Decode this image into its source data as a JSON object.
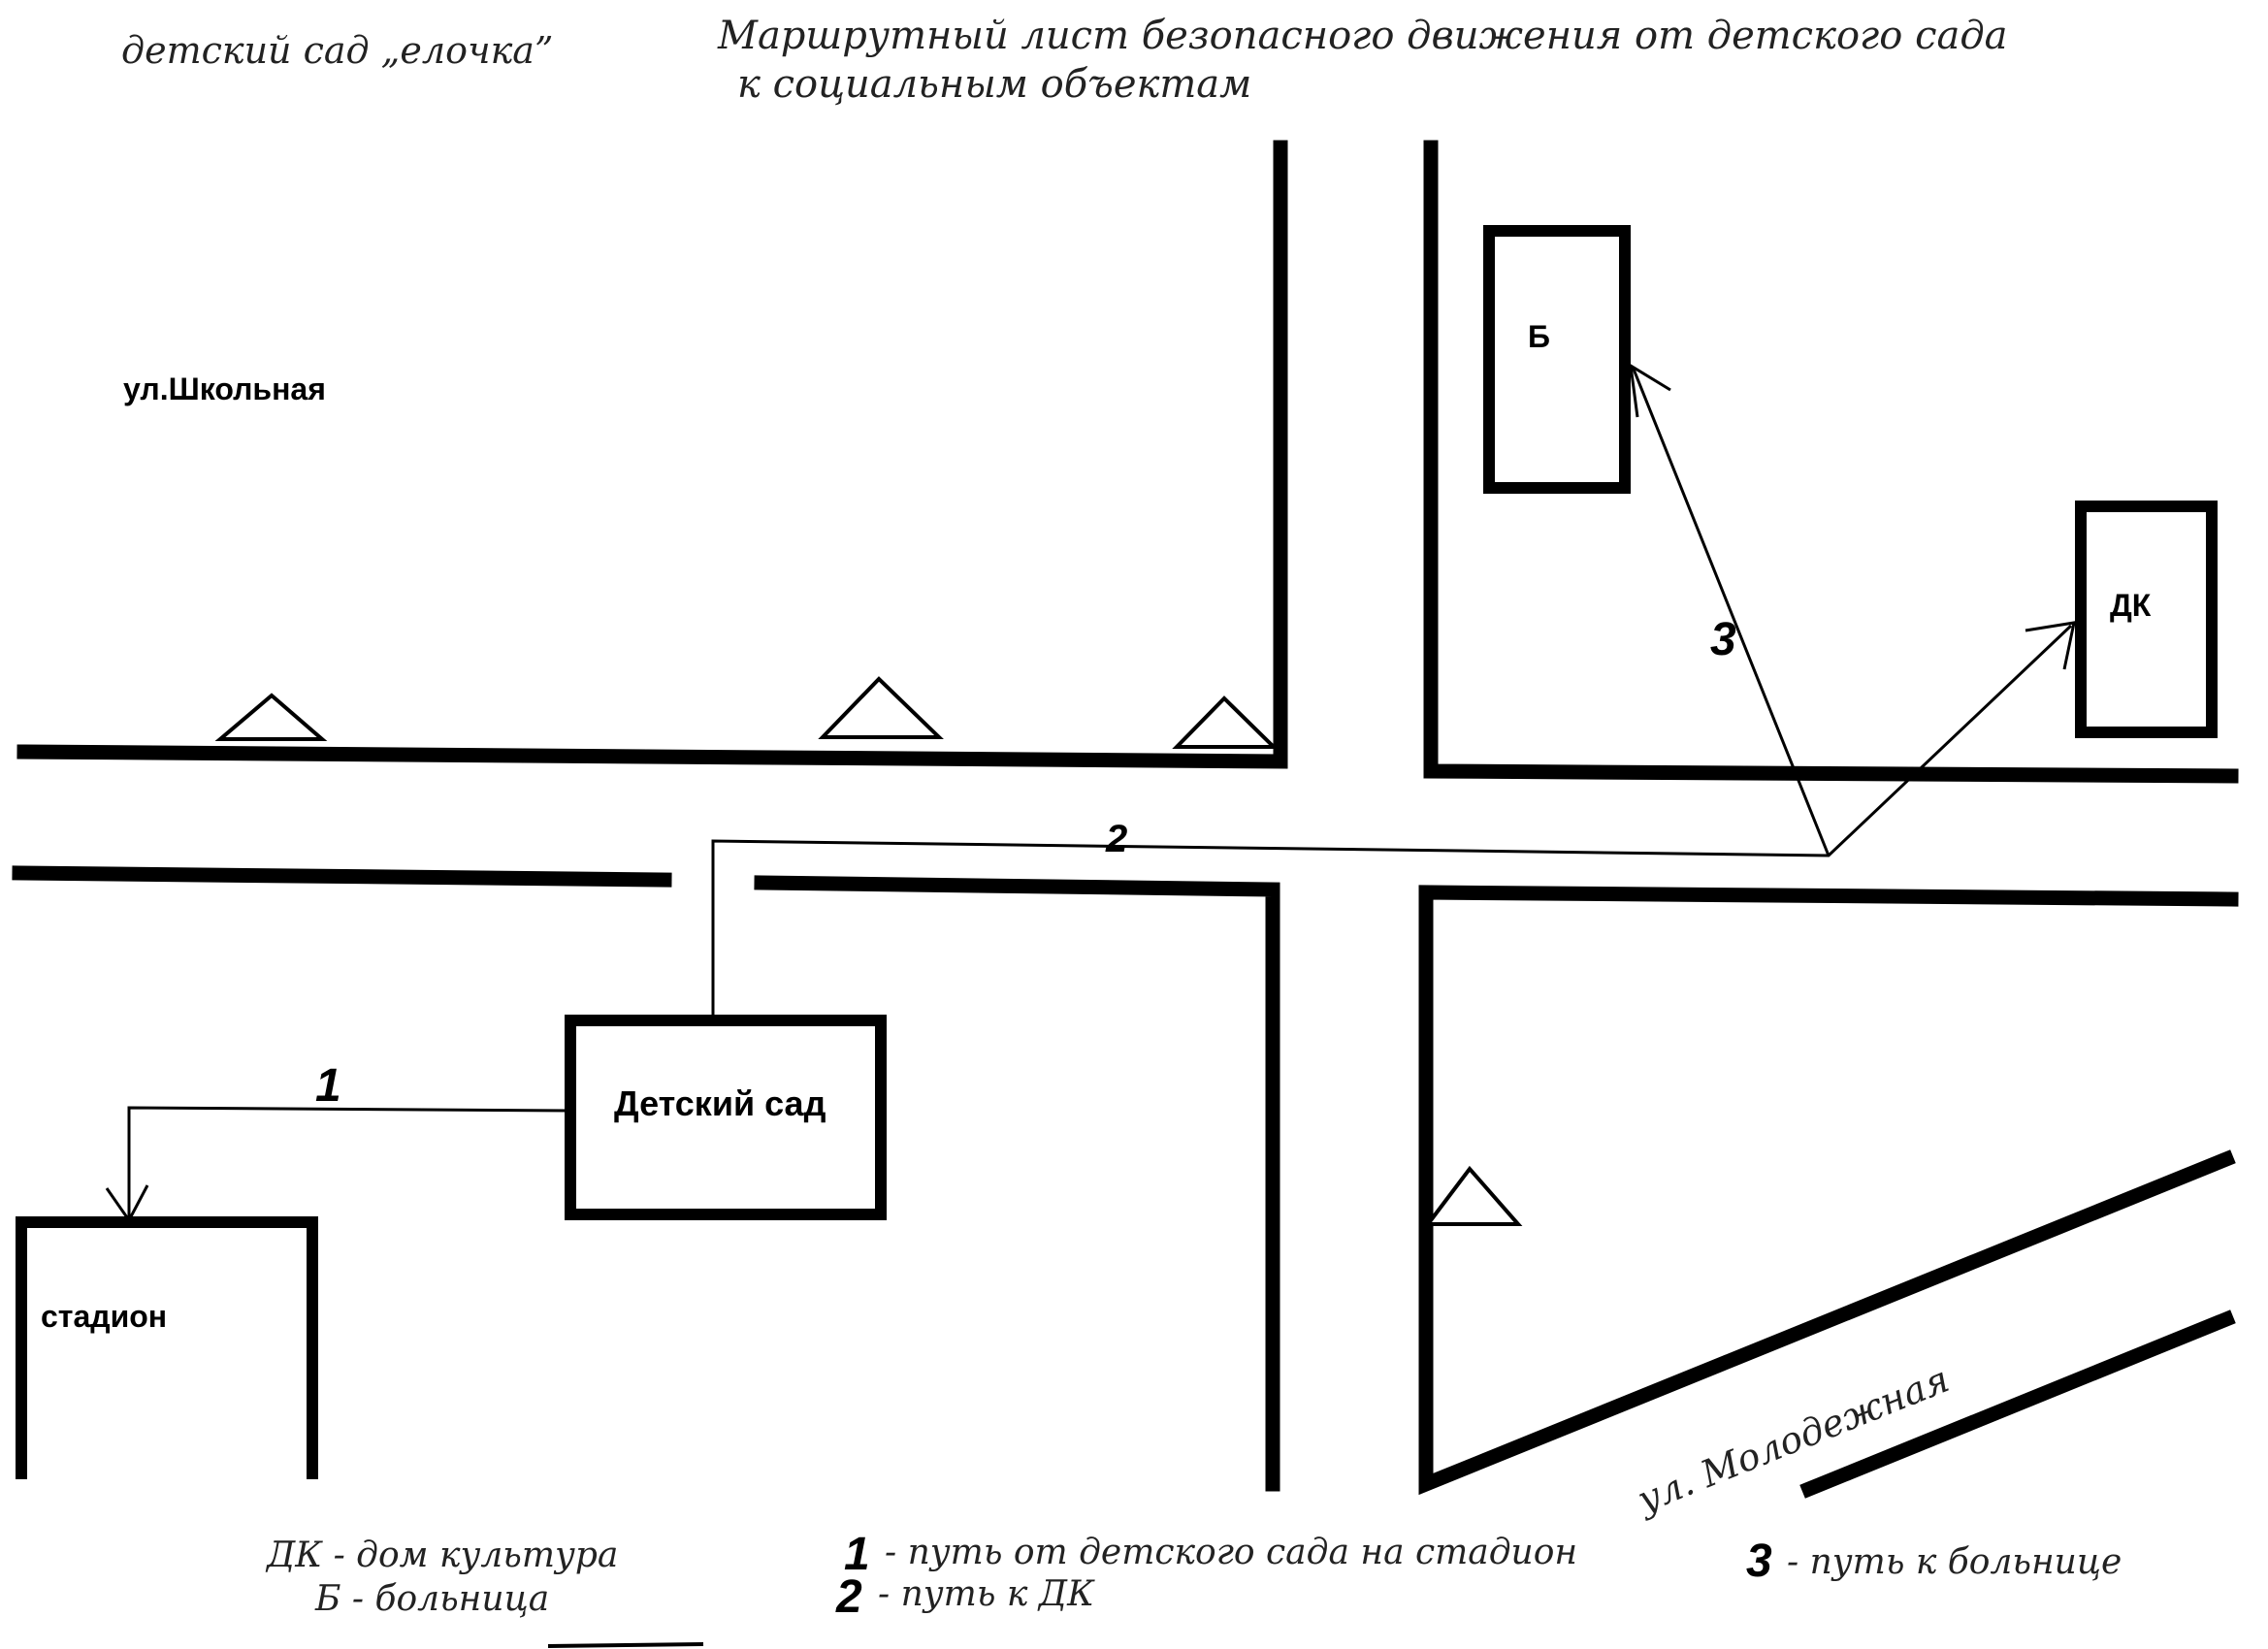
{
  "header": {
    "kindergarten": "детский сад „елочка”",
    "title_line1": "Маршрутный лист безопасного движения  от детского сада",
    "title_line2": "к социальным объектам"
  },
  "streets": {
    "school": "ул.Школьная",
    "youth": "ул. Молодежная"
  },
  "buildings": {
    "hospital": "Б",
    "culture_house": "ДК",
    "kindergarten": "Детский сад",
    "stadium": "стадион"
  },
  "routes": {
    "route1": "1",
    "route2": "2",
    "route3": "3"
  },
  "legend": {
    "dk": "ДК - дом культура",
    "b": "Б - больница",
    "r1_num": "1",
    "r1_text": "- путь  от детского сада на стадион",
    "r2_num": "2",
    "r2_text": "- путь  к ДК",
    "r3_num": "3",
    "r3_text": "- путь  к больнице"
  },
  "colors": {
    "ink": "#000000",
    "pencil": "#222222"
  },
  "icons": [
    "pedestrian-crossing-sign-icon",
    "route-arrow-icon"
  ]
}
